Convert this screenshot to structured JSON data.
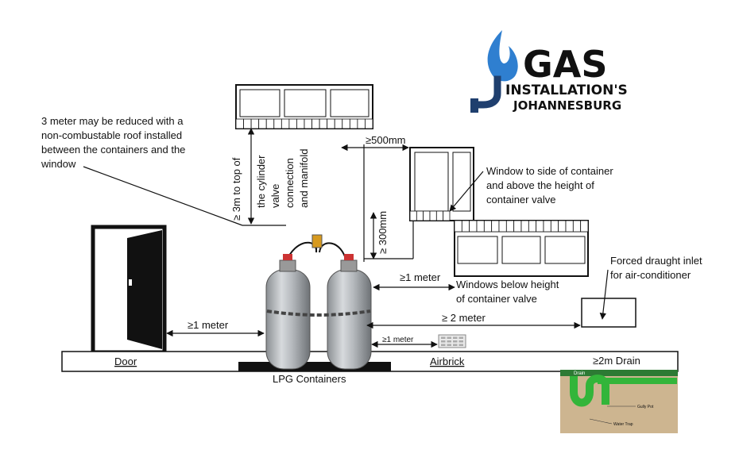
{
  "logo": {
    "word": "GAS",
    "line2": "INSTALLATION'S",
    "line3": "JOHANNESBURG",
    "colors": {
      "navy": "#1f3f6e",
      "blue": "#2f7fd0",
      "orange": "#ef8a1f"
    },
    "icon": "flame-pipe-icon"
  },
  "notes": {
    "roof_note": [
      "3 meter may be reduced with a",
      "non-combustable roof installed",
      "between the containers and the",
      "window"
    ],
    "height_3m": "≥ 3m to top of",
    "valve_conn": [
      "the cylinder",
      "valve",
      "connection",
      "and manifold"
    ],
    "dist_500mm": "≥500mm",
    "dist_300mm": "≥ 300mm",
    "window_side": [
      "Window to side of container",
      "and above the height of",
      "container valve"
    ],
    "dist_1m_windows": "≥1 meter",
    "windows_below": [
      "Windows below height",
      "of container valve"
    ],
    "forced_draught": [
      "Forced draught inlet",
      "for air-conditioner"
    ],
    "dist_2m": "≥ 2 meter",
    "dist_1m_door": "≥1 meter",
    "dist_1m_airbrick": "≥1 meter"
  },
  "ground_labels": {
    "door": "Door",
    "airbrick": "Airbrick",
    "drain": "≥2m Drain",
    "containers": "LPG Containers"
  },
  "drain_inset": {
    "header": "Drain",
    "label_a": "Gully Pot",
    "label_b": "Water Trap",
    "colors": {
      "soil": "#cdb590",
      "pipe": "#33b53a",
      "header": "#2d7a34"
    }
  }
}
